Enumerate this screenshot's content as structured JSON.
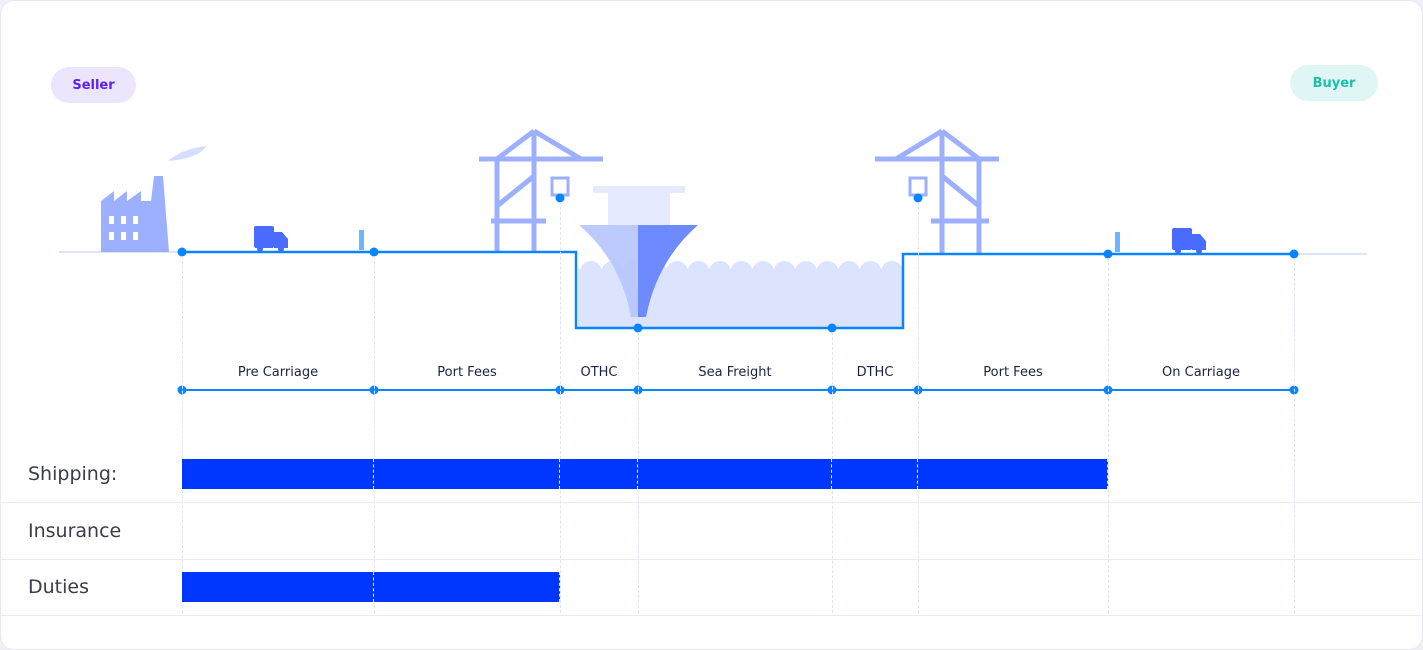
{
  "parties": {
    "seller": "Seller",
    "buyer": "Buyer"
  },
  "segments": [
    {
      "label": "Pre Carriage"
    },
    {
      "label": "Port Fees"
    },
    {
      "label": "OTHC"
    },
    {
      "label": "Sea Freight"
    },
    {
      "label": "DTHC"
    },
    {
      "label": "Port Fees"
    },
    {
      "label": "On Carriage"
    }
  ],
  "responsibilities": [
    {
      "label": "Shipping:",
      "covered_segments": 6
    },
    {
      "label": "Insurance",
      "covered_segments": 0
    },
    {
      "label": "Duties",
      "covered_segments": 2
    }
  ],
  "colors": {
    "route": "#0a84ff",
    "bar": "#0037ff",
    "illustration": "#9db0ff",
    "water": "#dbe3fd"
  }
}
